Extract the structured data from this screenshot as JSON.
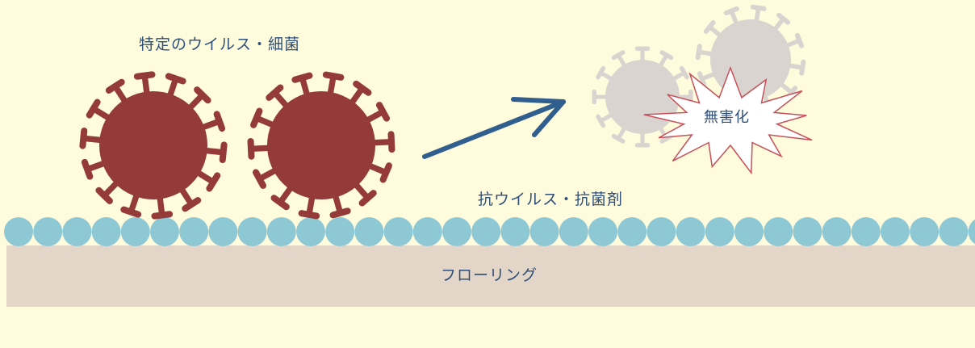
{
  "labels": {
    "virus": "特定のウイルス・細菌",
    "agent": "抗ウイルス・抗菌剤",
    "floor": "フローリング",
    "harmless": "無害化"
  },
  "colors": {
    "background": "#fffbdd",
    "virus_active": "#943a38",
    "virus_neutralized": "#d9d4d0",
    "coating_bead": "#8fc8d5",
    "floor": "#e4d5c9",
    "arrow": "#2f5e8f",
    "text": "#2d4f7a",
    "burst_stroke": "#c8505a",
    "burst_fill": "#ffffff"
  }
}
